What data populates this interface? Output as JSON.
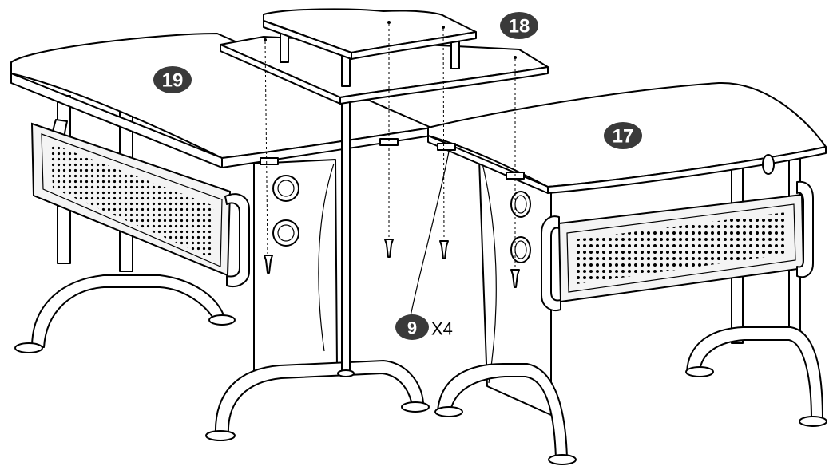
{
  "parts": {
    "desk_left": {
      "number": "19"
    },
    "shelf": {
      "number": "18"
    },
    "desk_right": {
      "number": "17"
    }
  },
  "fastener": {
    "number": "9",
    "quantity": "X4"
  },
  "colors": {
    "badge": "#3a3a3a",
    "line": "#000000",
    "background": "#ffffff"
  }
}
